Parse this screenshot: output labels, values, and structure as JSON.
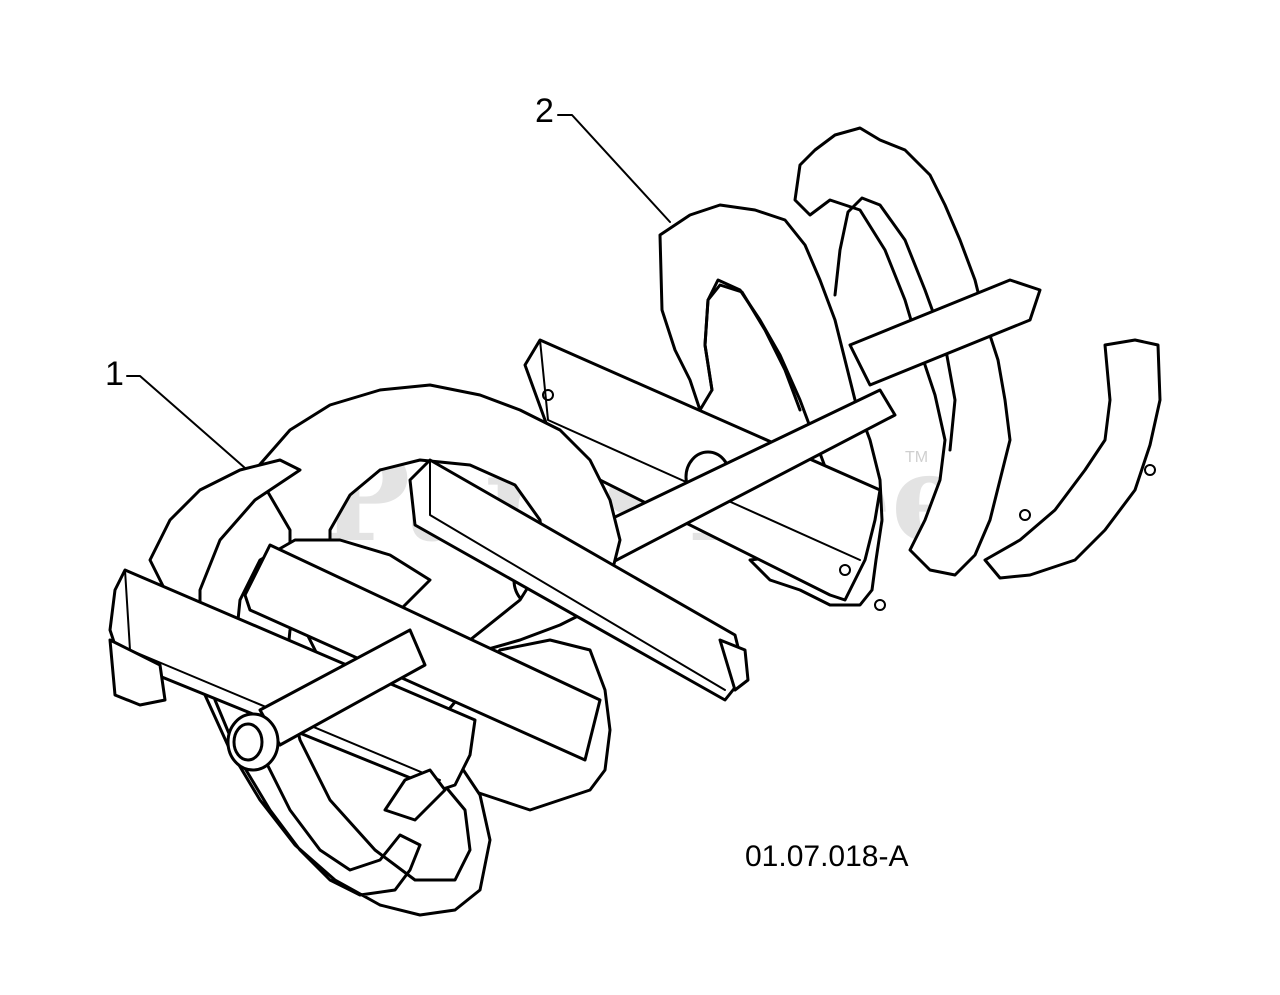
{
  "callouts": [
    {
      "id": "1",
      "label": "1"
    },
    {
      "id": "2",
      "label": "2"
    }
  ],
  "figure_reference": "01.07.018-A",
  "watermark": {
    "text": "PartsTree",
    "trademark": "TM"
  },
  "parts": [
    {
      "callout": "1",
      "icon": "auger-assembly-left-icon"
    },
    {
      "callout": "2",
      "icon": "auger-assembly-right-icon"
    }
  ]
}
